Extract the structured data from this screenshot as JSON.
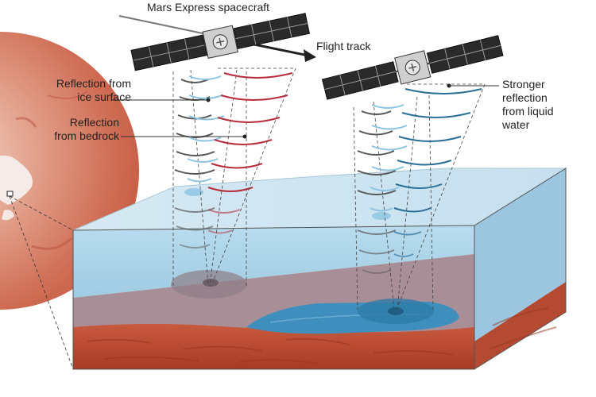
{
  "labels": {
    "spacecraft": "Mars Express spacecraft",
    "flight_track": "Flight track",
    "ice_reflection": [
      "Reflection from",
      "ice surface"
    ],
    "bedrock_reflection": [
      "Reflection",
      "from bedrock"
    ],
    "water_reflection": [
      "Stronger",
      "reflection",
      "from liquid",
      "water"
    ]
  },
  "colors": {
    "mars_red": "#c8543c",
    "ice_top": "#cfe5f1",
    "ice_front": "#a9d4ea",
    "bedrock_mauve": "#a78d95",
    "rock_red": "#b8482f",
    "water_blue": "#3f8fbe",
    "ice_echo": "#8cc4e2",
    "bedrock_echo": "#b82e3c",
    "water_echo": "#2a6f96"
  },
  "icons": [
    "mars-globe",
    "spacecraft",
    "solar-panel",
    "flight-track-arrow",
    "radar-cone",
    "subglacial-lake"
  ]
}
